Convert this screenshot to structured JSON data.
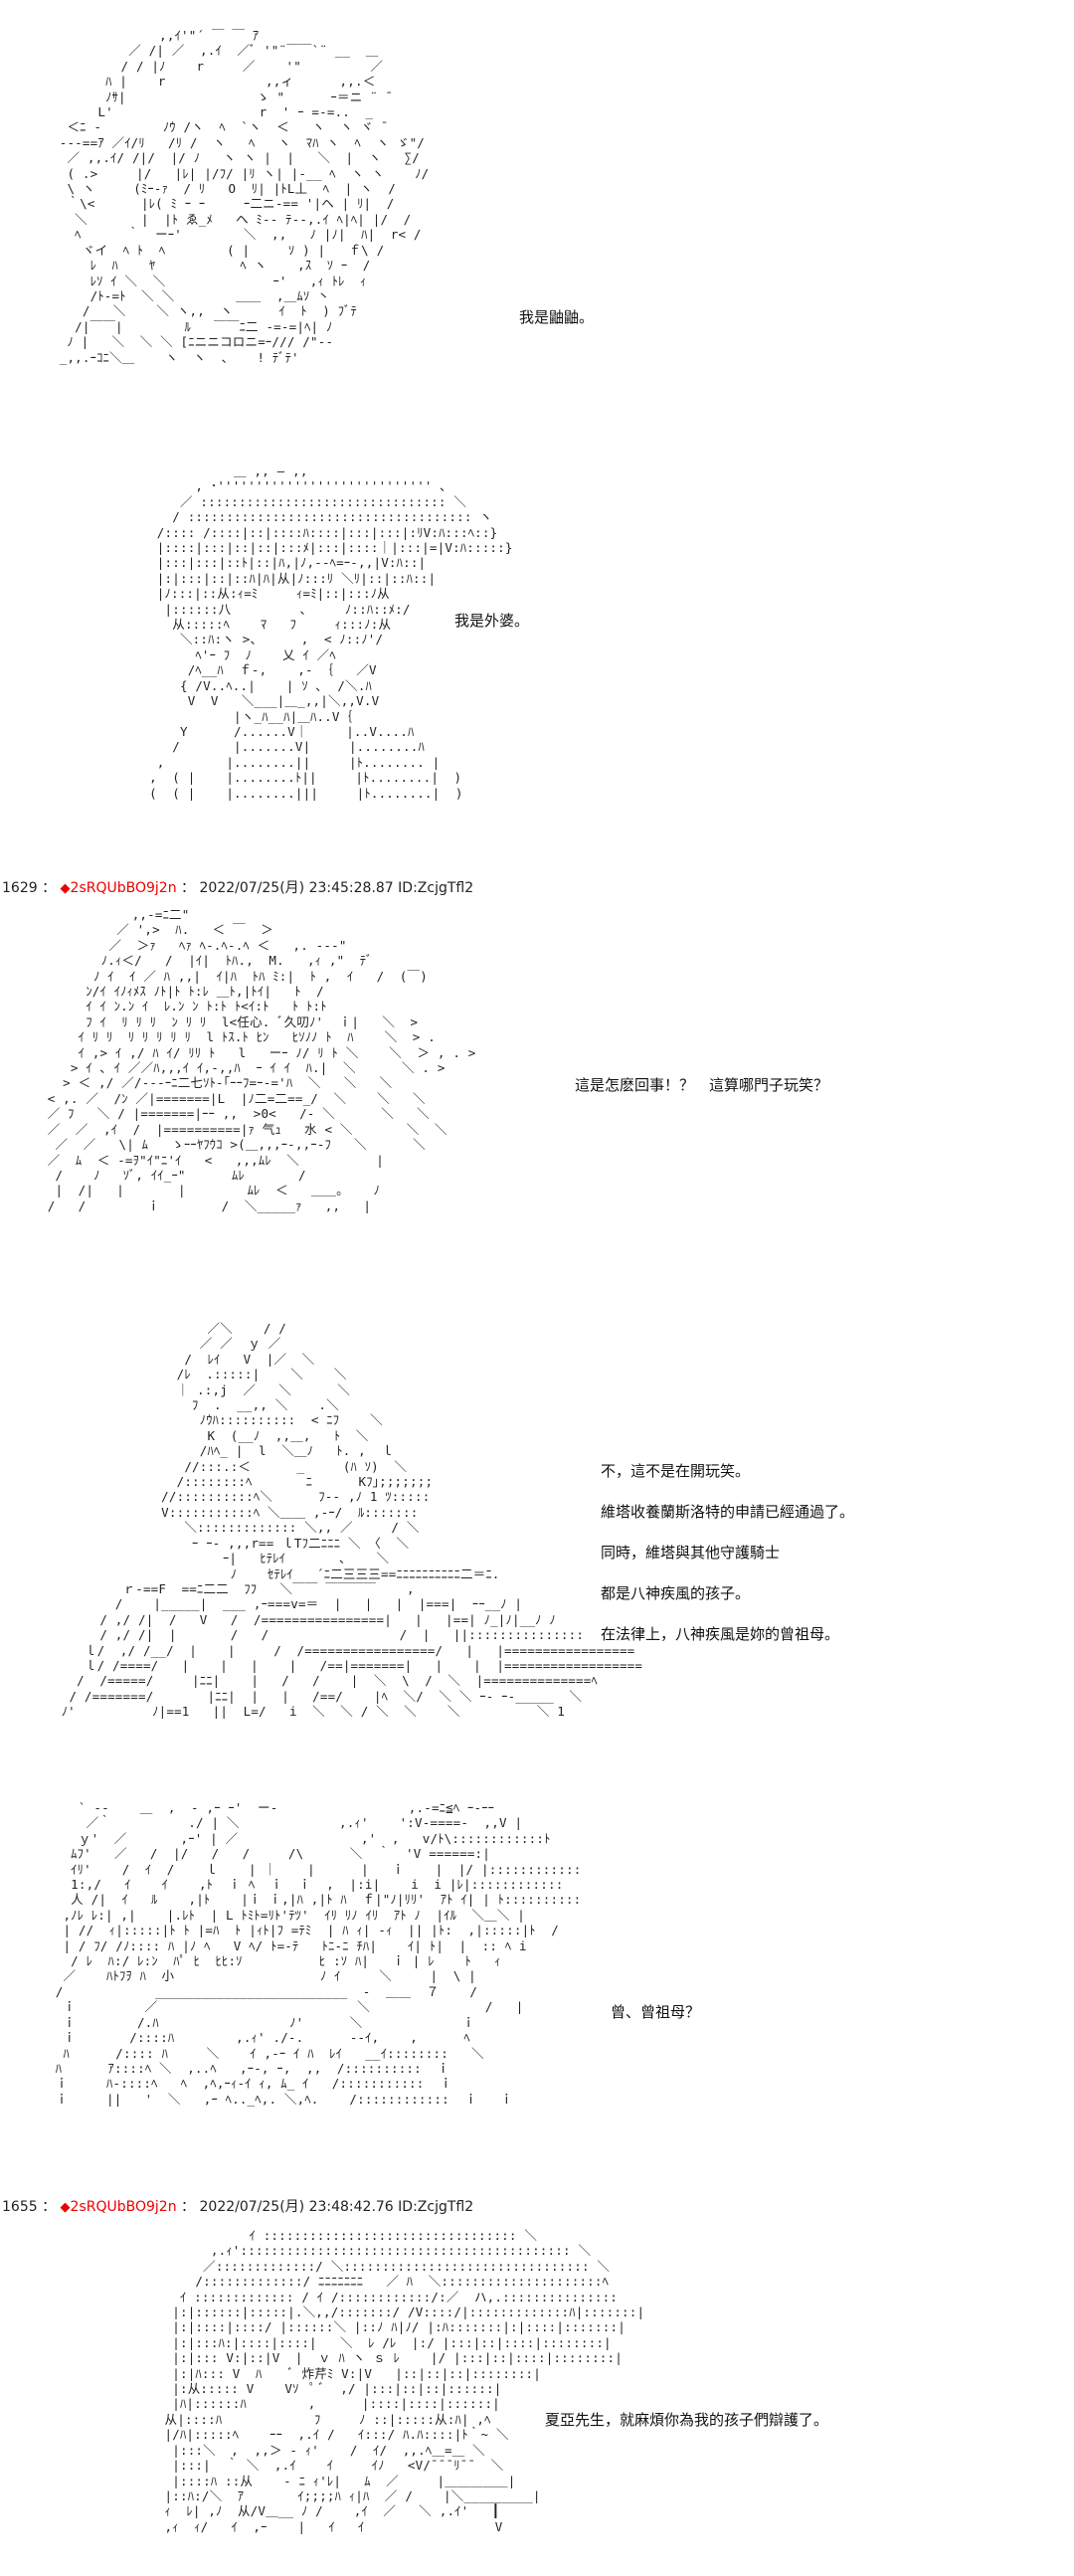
{
  "panels": [
    {
      "art": "              ,,ｲ'\"´ ￣ ￣ ｱ\n          ／ /| ／  ,.ｲ  ／ﾞ '\"¨￣￣`¨ __  ＿\n         / / |ﾉ    r     ／    '\"         ／\n       ﾊ |    r             ,,ィ      ,,.＜\n       ﾉｻ|                 ゝ \"      ｰ＝ニ ¨ ̄\n      L'                   r  ' ｰ =-=..  _\n  ＜ﾆ ‐        ﾉｳ /ヽ  ﾍ  `ヽ  ＜   ヽ  ヽ ヾ ̄\n ---==ｱ ／ｲ/ﾘ   /ﾘ /  ヽ   ﾍ   ヽ  ﾏﾊ ヽ  ﾍ  ヽ ゞ\"/\n  ／ ,,.ｲ/ /|/  |/ ﾉ   ヽ ヽ |  |   ＼  |  ヽ   ∑/\n  ( .>     |/   |ﾚ| |/ﾌ/ |ﾘ ヽ| |-__ ﾍ  ヽ ヽ    ﾉ/\n  \\ ヽ     (ﾐｰ-ｧ  / ﾘ   O  ﾘ| |ﾄL丄  ﾍ  | ヽ  /\n  ｀\\<      |ﾚ( ﾐ ｰ ｰ     ｰ二ニ-== '|ヘ | ﾘ|  /\n   ＼       |  |ﾄ ゑ_ﾒ   ヘ ﾐ-- ﾃ‐-,.ｲ ﾍ|ﾍ| |/  /\n   ﾍ      ｀  ーｰ'        ＼  ,,   ﾉ |ﾉ|  ﾊ|  r< /\n    ヾイ  ﾍ ﾄ  ﾍ        ( |     ｿ ) |   ｆ\\ /\n     ﾚ  ﾊ    ﾔ           ﾍ ヽ    ,ｽ  ｿ ｰ  /\n     ﾚｿ ｲ ＼  ＼              ｰ'   ,ｨ ﾄﾚ  ｨ\n     /ﾄ-=ﾄ  ＼ ＼        ＿＿  ,＿ﾑｿ 丶\n    /   ＼    ＼ ヽ,,  ヽ      ｲ  ﾄ  ) ﾌﾞﾃ\n   /|￣￣|        ﾙ   ￣￣ﾆ二 -=-=|ﾍ| ﾉ\n  ﾉ |   ＼  ＼ ＼ [ﾆニニコロニ=ｰ/// /\"‐- \n _,,.ｰｺﾆ＼＿    ヽ  ヽ  、   ! ﾃﾞﾃ'\n",
      "dialog": [
        "我是鼬鼬。"
      ]
    },
    {
      "art": "                  ＿ ,, ― ,,\n             , ･'''''''''''''''''''''''''''' ､\n           ／ :::::::::::::::::::::::::::::::: ＼\n          / ::::::::::::::::::::::::::::::::::::: ヽ\n        /:::: /::::|::|::::ﾊ::::|:::|:::|:ﾘV:ﾊ:::ﾍ::}\n        |::::|:::|::|::|:::ﾒ|:::|::::｜|:::|=|V:ﾊ:::::}\n        |:::|:::|::ﾄ|::|ﾊ,|ﾉ,--ﾍ=ｰ-,,|V:ﾊ::|\n        |:|:::|::|::ﾊ|ﾊ|从|ﾉ:::ﾘ ＼ﾘ|::|::ﾊ::|\n        |ﾉ:::|::从:ｨ=ﾐ     ｨ=ﾐ|::|:::ﾉ从\n         |::::::八         ､     ﾉ::ﾊ::ﾒ:/\n          从:::::ﾍ    ﾏ   ﾌ     ｨ:::ﾉ:从\n           ＼::ﾊ:ヽ >、     ,  < ﾉ::ﾉ'/\n             ﾍ'ｰ ﾌ  ﾉ    乂 ｲ ／ﾍ\n            /ﾍ__ﾊ  ｆ-,    ,- ｛   ／V\n           { /V..ﾍ..|    | ｿ ､  /＼.ﾊ\n            V  V   ＼___|＿_,,|＼,,V.V\n                  |ヽ_ﾊ__ﾊ|＿ﾊ..V｛\n           Y      /......V｜     |..V....ﾊ\n          /       |.......V|     |........ﾊ\n        ,        |........||     |ﾄ........ |\n       ,  ( |    |........ﾄ||     |ﾄ........|  )\n       (  ( |    |........|||     |ﾄ........|  )\n",
      "dialog": [
        "我是外婆。"
      ]
    },
    {
      "art": "            ,,-=ﾆ二\"\n          ／ ',>  ﾊ.   ＜ ￣  ＞\n         ／  ＞ｧ   ﾍｧ ﾍ-.ﾍ-.ﾍ ＜   ,. -‐-\"\n        ﾉ.ｨ＜/   /  |ｲ|  ﾄﾊ.,  M.   ,ｨ ,\"  ﾃﾞ\n       ﾉ ｲ  ｲ ／ ﾊ ,,|  ｲ|ﾊ  ﾄﾊ ﾐ:|  ﾄ ,  ｲ   /  (￣)\n      ﾝ/ｲ ｲﾉｨﾒｽ ﾉﾄ|ﾄ ﾄ:ﾚ ＿ﾄ,|ﾄｲ|   ﾄ  /\n      ｲ ｲ ﾝ.ﾝ ｲ  ﾚ.ﾝ ﾝ ﾄ:ﾄ ﾄ<ｲ:ﾄ   ﾄ ﾄ:ﾄ\n      ﾌ ｲ  ﾘ ﾘ ﾘ  ﾝ ﾘ ﾘ  l<任心. ﾞ久叨ﾉ'  ｉ|   ＼  >\n     ｲ ﾘ ﾘ  ﾘ ﾘ ﾘ ﾘ ﾘ  l ﾄｽ.ﾄ ﾋﾝ   ﾋｿﾉﾉ ﾄ  ﾊ    ＼  > .\n     ｲ ,> ｲ ,/ ﾊ ｲ/ ﾘﾘ ﾄ   l   ーｰ ﾉ/ ﾘ ﾄ ＼    ＼  ＞ , . >\n    > ｲ ､ ｲ ／／ﾊ,,,ｲ ｲ,-,,ﾊ  ｰ ｲ ｲ  ﾊ.|  ＼      ＼ . >\n   > ＜ ,/ ／/-‐‐ｰﾆ二七ｿﾄ-｢ｰｰﾌ=ｰ-='ﾊ  ＼   ＼   ＼\n < ,. ／  /ﾝ ／|=======|L  |ﾉ二=二==_/  ＼    ＼   ＼\n ／ ﾌ   ＼ / |=======|ｰｰ ,,  >0<   /- ＼      ＼   ＼\n ／  ／  ,ｲ  /  |==========|ｧ 气ｭ   水 < ＼       ＼  ＼\n  ／  ／   \\| ﾑ   ゝｰｰﾔﾌｳｺ >(＿,,,ｰ-,,ｰ‐ﾌ   ＼      ＼\n ／  ﾑ  ＜ -=ｦ\"ｲ\"ﾆ'ｲ   <   ,,,ﾑﾚ  ＼          |\n  /    ﾉ   ｿﾞ, ｲｲ_ｰ\"      ﾑﾚ       /\n  |  /|   |       |        ﾑﾚ  ＜   ＿＿｡    ﾉ\n /   /        ｉ        /  ＼_____ｧ   ,,   |\n",
      "dialog": [
        "這是怎麽回事！？　這算哪門子玩笑？"
      ]
    },
    {
      "art": "                    ／＼    / /\n                   ／ ／  ｙ ／\n                 /  ﾚｲ   V  |／  ＼\n                /ﾚ  .:::::|    ＼    ＼\n                ｜ .:,j  ／   ＼      ＼\n                  ﾌ  .  __,, ＼    .＼\n                   ﾉｳﾊ::::::::::  < ﾆﾌ    ＼\n                    K  (__ﾉ  ,,＿,   ﾄ  ＼\n                   /ﾊﾍ_ |  l  ＼＿ﾉ   ﾄ. ,  ｌ\n                 //:::.:＜      _     (ﾊ ｿ)  ＼ \n                /::::::::ﾍ       ﾆ      Kﾌ｣;;;;;;;\n              //::::::::::ﾍ＼      ﾌ-- ,ﾉ 1 ﾂ:::::\n              V:::::::::::ﾍ ＼＿＿ ,-ｰ/  ﾙ:::::::\n                 ＼::::::::::::: ＼,, ／     / ＼\n                  ｰ ｰ‐ ,,,r== ｌTﾌ二ﾆﾆﾆ ＼ 〈  ＼\n                      ｰ|   ﾋﾃﾚｲ       ､    ＼\n                       ﾉ    ｾﾃﾚｲ   ´ﾆ二三三三==ﾆﾆﾆﾆﾆﾆﾆﾆﾆﾆ二＝ﾆ.\n         ｒ-==F  ==ﾆ二二  ﾌﾌ   ＼￣￣ ￣￣￣￣    ,\n        /    |_____|  ___ ,ｰ===v=＝  |   |   |  |===|  ｰｰ__ﾉ |\n      / ,/ /|  /   V   /  /================|   |   |==| ﾉ_|ﾉ|__ﾉ ﾉ\n      / ,/ /|  |       /   /                 /  |   ||:::::::::::::::\n    ｌ/  ,/ /__/  |    |     /  /=================/   |   |=================\n    ｌ/ /====/   |    |   |    |   /==|=======|   |    |  |==================\n   /  /=====/     |ﾆﾆ|    |   /   /    |  ＼  \\  /  ＼  |==============ﾍ\n  / /=======/       |ﾆﾆ|  |   |   /==/    |ﾍ  ＼/  ＼ ＼ ｰ‐ ｰ‐_____  ＼\n ﾉ'          ﾉ|==1   ||  L=/   i  ＼  ＼ / ＼  ＼    ＼          ＼ 1\n",
      "dialog": [
        "不，這不是在開玩笑。",
        "維塔收養蘭斯洛特的申請已經通過了。",
        "同時，維塔與其他守護騎士",
        "  都是八神疾風的孩子。",
        "在法律上，八神疾風是妳的曾祖母。"
      ]
    },
    {
      "art": "    ` ‐‐    ＿  ,  - ,ｰ ｰ'  ー-                 ,.-=ﾆ≦ﾍ ｰ‐ｰｰ\n     ／｀          ./ | ＼             ,.ｨ'    ':V-====-  ,,V |\n    ｙ'  ／       ,ｰ' | ／                ,'  ,   v/ﾄ\\::::::::::::ﾄ\n   ﾑﾌ'   ／   /  |/   /   /     /\\      ＼  ｀  'V ======:|\n   ｲﾘ'    /  ｲ  /    ｌ    | ｜    |      |   ｉ    |  |/ |::::::::::::\n   1:,/   ｲ    ｲ    ,ﾄ  ｉ ﾍ  ｉ  ｉ  ,  |:i|    i  i |ﾚ|::::::::::::\n   人 /|  ｲ   ﾙ    ,|ﾄ    |ｉ ｉ,|ﾊ ,|ﾄ ﾊ  ｆ|\"ﾉ|ﾘﾘ'  ｱﾄ ｲ| | ﾄ::::::::::\n  ,ﾉﾚ ﾚ:| ,|    |.ﾚﾄ  | L ﾄﾐﾄ=ﾘﾄ'ﾃﾂ'  ｲﾘ ﾘﾉ ｲﾘ  ｱﾄ ﾉ  |ｲﾙ  ＼＿＼ |\n  | //  ｨ|:::::|ﾄ ﾄ |=ﾊ  ﾄ |ｨﾄ|ﾌ =ﾃﾐ  | ﾊ ｨ| -ｨ  || |ﾄ:  ,|:::::|ﾄ  /\n  | / ﾌ/ /ﾉ:::: ﾊ |ﾉ ﾍ   V ﾍ/ ﾄ=-ﾃ   ﾄﾆ-ﾆ ﾁﾊ|    ｲ| ﾄ|  |  :: ﾍ i\n   / ﾚ  ﾊ:/ ﾚ:ﾝ  ﾊﾟ ﾋ  ﾋﾋ:ｿ          ﾋ :ｿ ﾊ|   ｉ | ﾚ    ﾄ   ｨ\n  ／    ﾊﾄﾌｦ ﾊ  小                   ﾉ ｲ     ＼     |  \\ |\n /            _________________________  -  ＿＿  ７    /\n  ｉ         ／                          ＼               /   |\n  ｉ        /.ﾊ                 ﾉ'      ＼             ｉ\n  ｉ       /::::ﾊ        ,.ｨ' ./-.      --ｲ,    ,      ﾍ\n  ﾊ      /:::: ﾊ     ＼    ｲ ,-ｰ ｲ ﾊ  ﾚｲ   __ｲ::::::::   ＼\n ﾊ      ｱ::::ﾍ ＼  ,..ﾍ   ,ｰ‐, ｰ,  ,,  /::::::::::  ｉ\n ｉ     ﾊ-::::ﾍ   ﾍ  ,ﾍ,ｰｨ-ｲ ｨ, ﾑ_ ｲ   /:::::::::::  ｉ\n ｉ     ||   '  ＼   ,ｰ ﾍ.._ﾍ,. ＼,ﾍ.    /::::::::::::  ｉ   ｉ\n",
      "dialog": [
        "曾、曾祖母？"
      ]
    },
    {
      "art": "                    ｲ ::::::::::::::::::::::::::::::::: ＼\n               ,.ｨ'::::::::::::::::::::::::::::::::::::::::::: ＼\n              ／:::::::::::::/ ＼:::::::::::::::::::::::::::::::: ＼\n             /:::::::::::::/ ﾆﾆﾆﾆﾆﾆﾆ   ／ ﾊ  ＼:::::::::::::::::::::ﾍ\n           ｲ ::::::::::::: / ｲ /::::::::::::/:／  ハ,.:::::::::::::::\n          |:|::::::|:::::|.＼,,/:::::::/ /V::::/|:::::::::::::ﾊ|:::::::|\n          |:|::::|::::/ |::::::＼ |::ﾉ ﾊ|ﾉ/ |:ﾊ:::::::|:|::::|:::::::|\n          |:|:::ﾊ:|::::|::::|   ＼  ﾚ /ﾚ  |:/ |:::|::|::::|::::::::|\n          |:|::: V:|::|V  |  ｖ ﾊ ヽ ｓ ﾚ    |/ |:::|::|::::|::::::::|\n          |:|ﾊ::: V  ﾊ    ﾞ 炸芹ﾐ V:|V   |::|::|::|::::::::|\n          |:从::::: V    Vｿ  ﾟ ﾞ  ,/ |:::|::|::|::::::|\n          |ﾊ|::::::ﾊ        ,      |::::|::::|::::::|\n         从|::::ﾊ            ﾌ     ﾉ ::|:::::从:ﾊ| ,ﾍ\n         |/ﾊ|:::::ﾍ    ｰｰ  ,.ｲ /   ｲ:::/ ﾊ.ﾊ::::|ﾄ｀~ ＼\n          |:::＼  ,  ,,＞ - ｨ'    /  ｲ/  ,,.ﾍ＿=＿ ＼\n          |:::|  ｀ ＼  ,.ｲ    ｲ     ｲﾉ   <V/¯¯¯ﾘ¯¯  ＼\n          |::::ﾊ ::从    ‐ ﾆ ｨ'ﾚ|   ﾑ  ／     |＿＿＿＿＿|\n         |::ﾊ:/＼  ｱ       ｲ;;;;ﾊ ｨ|ﾊ  ／ /    |＼_________|\n         ｨ  ﾚ| ,ﾉ  从/V＿__ ﾉ /    ,ｲ  ／   ＼ ,.ｲ'   ┃\n         ,ｨ  ｨ/   ｲ  ,ｰ    |   ｲ   ｲ                 V\n",
      "dialog": [
        "夏亞先生，就麻煩你為我的孩子們辯護了。"
      ]
    }
  ],
  "posts": [
    {
      "number": "1629",
      "separator": "：",
      "diamond": "◆",
      "trip": "2sRQUbBO9j2n",
      "separator2": "：",
      "datetime": "2022/07/25(月) 23:45:28.87",
      "id": "ID:ZcjgTfl2"
    },
    {
      "number": "1655",
      "separator": "：",
      "diamond": "◆",
      "trip": "2sRQUbBO9j2n",
      "separator2": "：",
      "datetime": "2022/07/25(月) 23:48:42.76",
      "id": "ID:ZcjgTfl2"
    }
  ]
}
